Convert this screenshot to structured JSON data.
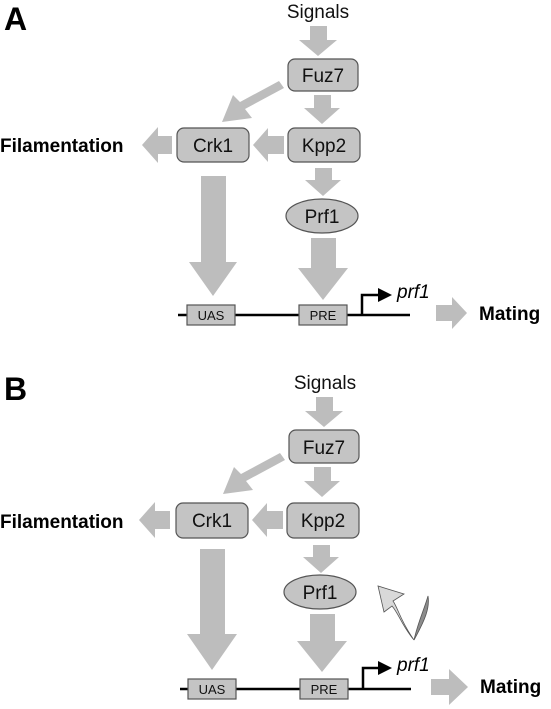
{
  "panels": [
    {
      "letter": "A",
      "signals": "Signals",
      "fuz7": "Fuz7",
      "kpp2": "Kpp2",
      "crk1": "Crk1",
      "prf1_protein": "Prf1",
      "filamentation": "Filamentation",
      "uas": "UAS",
      "pre": "PRE",
      "gene": "prf1",
      "mating": "Mating",
      "feedback_arrow": false
    },
    {
      "letter": "B",
      "signals": "Signals",
      "fuz7": "Fuz7",
      "kpp2": "Kpp2",
      "crk1": "Crk1",
      "prf1_protein": "Prf1",
      "filamentation": "Filamentation",
      "uas": "UAS",
      "pre": "PRE",
      "gene": "prf1",
      "mating": "Mating",
      "feedback_arrow": true
    }
  ],
  "colors": {
    "box_fill": "#c4c4c4",
    "arrow_fill": "#bdbdbd",
    "outline": "#555555",
    "line": "#000000",
    "feedback_light": "#d9d9d9",
    "feedback_dark": "#8c8c8c"
  }
}
